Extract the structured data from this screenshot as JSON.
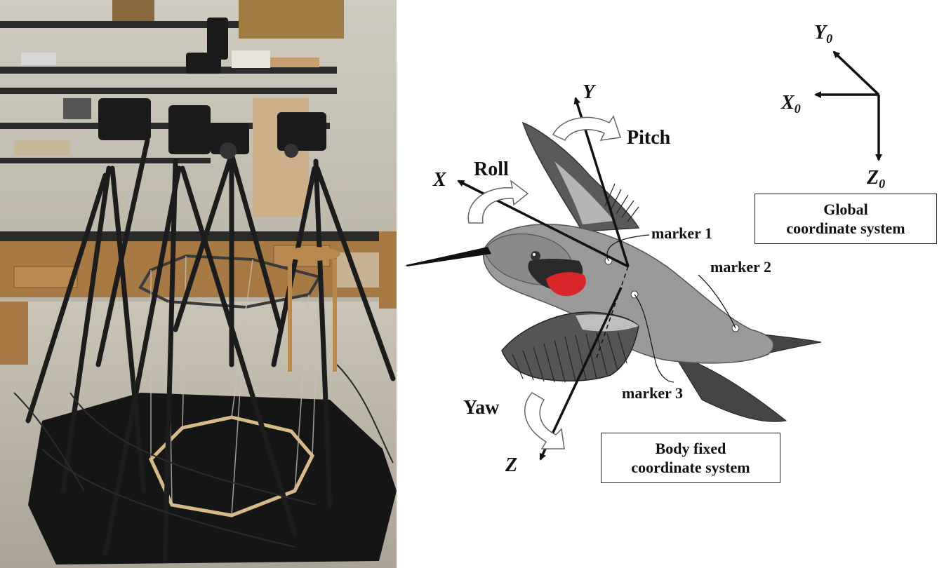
{
  "photo": {
    "description_icon": "camera-rig-photo"
  },
  "diagram": {
    "rotation_labels": {
      "roll": "Roll",
      "pitch": "Pitch",
      "yaw": "Yaw"
    },
    "body_axes": {
      "x": "X",
      "y": "Y",
      "z": "Z"
    },
    "global_axes": {
      "x": "X",
      "x_sub": "0",
      "y": "Y",
      "y_sub": "0",
      "z": "Z",
      "z_sub": "0"
    },
    "markers": {
      "m1": "marker 1",
      "m2": "marker 2",
      "m3": "marker 3"
    },
    "global_box": {
      "line1": "Global",
      "line2": "coordinate system"
    },
    "body_box": {
      "line1": "Body fixed",
      "line2": "coordinate system"
    },
    "colors": {
      "bird_body": "#9a9a9a",
      "bird_wing": "#555555",
      "throat_red": "#d9262b",
      "throat_dark": "#2a2a2a"
    }
  }
}
